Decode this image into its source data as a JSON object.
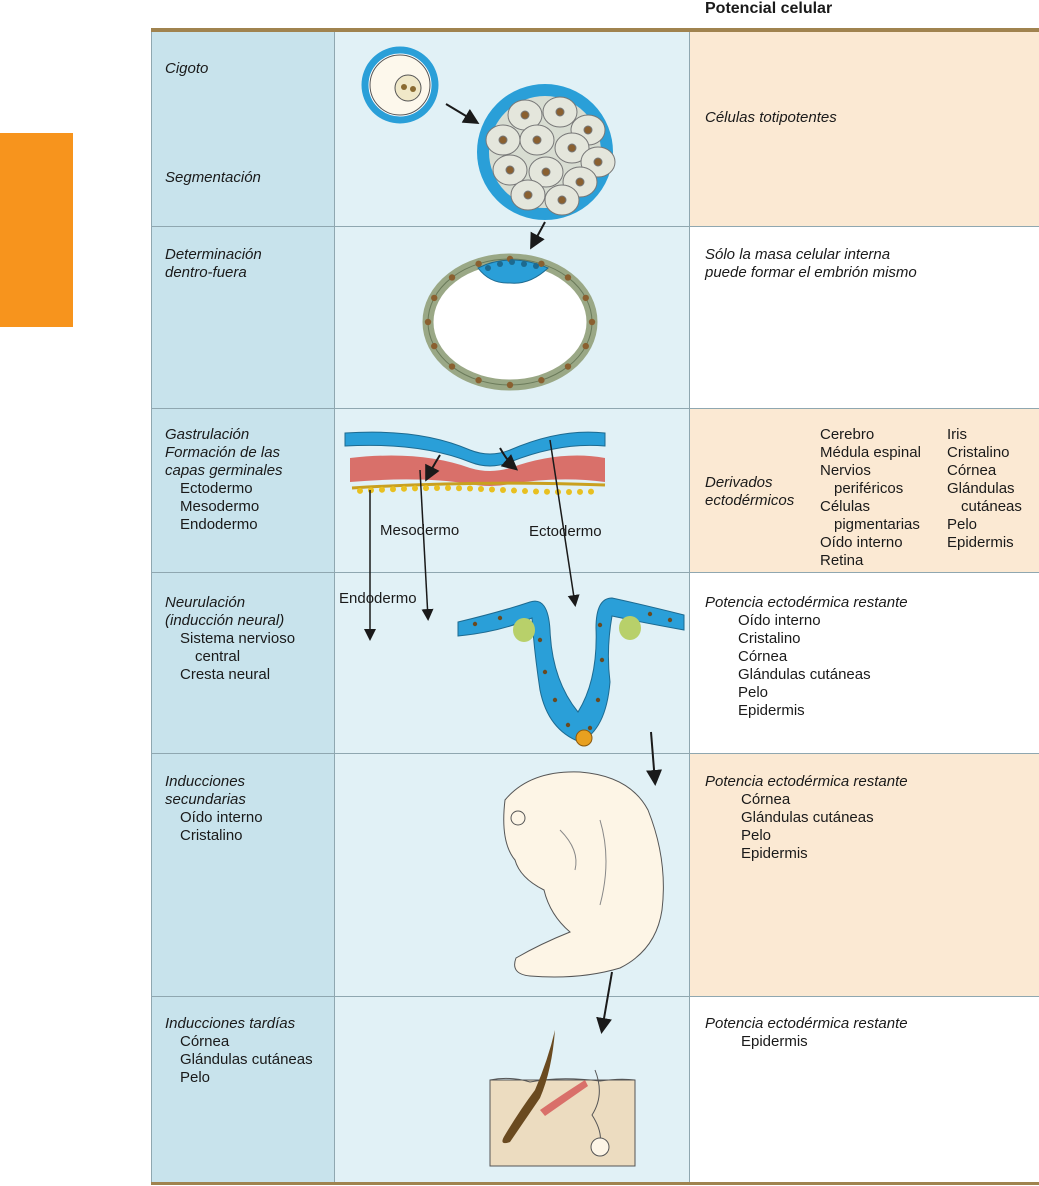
{
  "header": {
    "title": "Potencial celular"
  },
  "rows": [
    {
      "stages": [
        "Cigoto",
        "Segmentación"
      ],
      "potential": "Células totipotentes"
    },
    {
      "stage_lines": [
        "Determinación",
        "dentro-fuera"
      ],
      "potential_lines": [
        "Sólo la masa celular interna",
        "puede formar el embrión mismo"
      ]
    },
    {
      "stage_lines": [
        "Gastrulación",
        "Formación de las",
        "capas germinales"
      ],
      "stage_items": [
        "Ectodermo",
        "Mesodermo",
        "Endodermo"
      ],
      "potential_lines": [
        "Derivados",
        "ectodérmicos"
      ],
      "derivatives_col1": [
        "Cerebro",
        "Médula espinal",
        "Nervios",
        "periféricos",
        "Células",
        "pigmentarias",
        "Oído interno",
        "Retina"
      ],
      "derivatives_col2": [
        "Iris",
        "Cristalino",
        "Córnea",
        "Glándulas",
        "cutáneas",
        "Pelo",
        "Epidermis"
      ]
    },
    {
      "stage_lines": [
        "Neurulación",
        "(inducción neural)"
      ],
      "stage_items": [
        "Sistema nervioso",
        "central",
        "Cresta neural"
      ],
      "potential_title": "Potencia ectodérmica restante",
      "potential_items": [
        "Oído interno",
        "Cristalino",
        "Córnea",
        "Glándulas cutáneas",
        "Pelo",
        "Epidermis"
      ]
    },
    {
      "stage_lines": [
        "Inducciones",
        "secundarias"
      ],
      "stage_items": [
        "Oído interno",
        "Cristalino"
      ],
      "potential_title": "Potencia ectodérmica restante",
      "potential_items": [
        "Córnea",
        "Glándulas cutáneas",
        "Pelo",
        "Epidermis"
      ]
    },
    {
      "stage_lines": [
        "Inducciones tardías"
      ],
      "stage_items": [
        "Córnea",
        "Glándulas cutáneas",
        "Pelo"
      ],
      "potential_title": "Potencia ectodérmica restante",
      "potential_items": [
        "Epidermis"
      ]
    }
  ],
  "diagram_labels": {
    "mesoderm": "Mesodermo",
    "ectoderm": "Ectodermo",
    "endoderm": "Endodermo"
  },
  "colors": {
    "tab": "#f7941d",
    "blue": "#2a9fd8",
    "mesoderm_red": "#d9706a",
    "endoderm_yellow": "#e8c020",
    "tissue_green": "#9aa886",
    "panel_peach": "#fbe9d3"
  }
}
